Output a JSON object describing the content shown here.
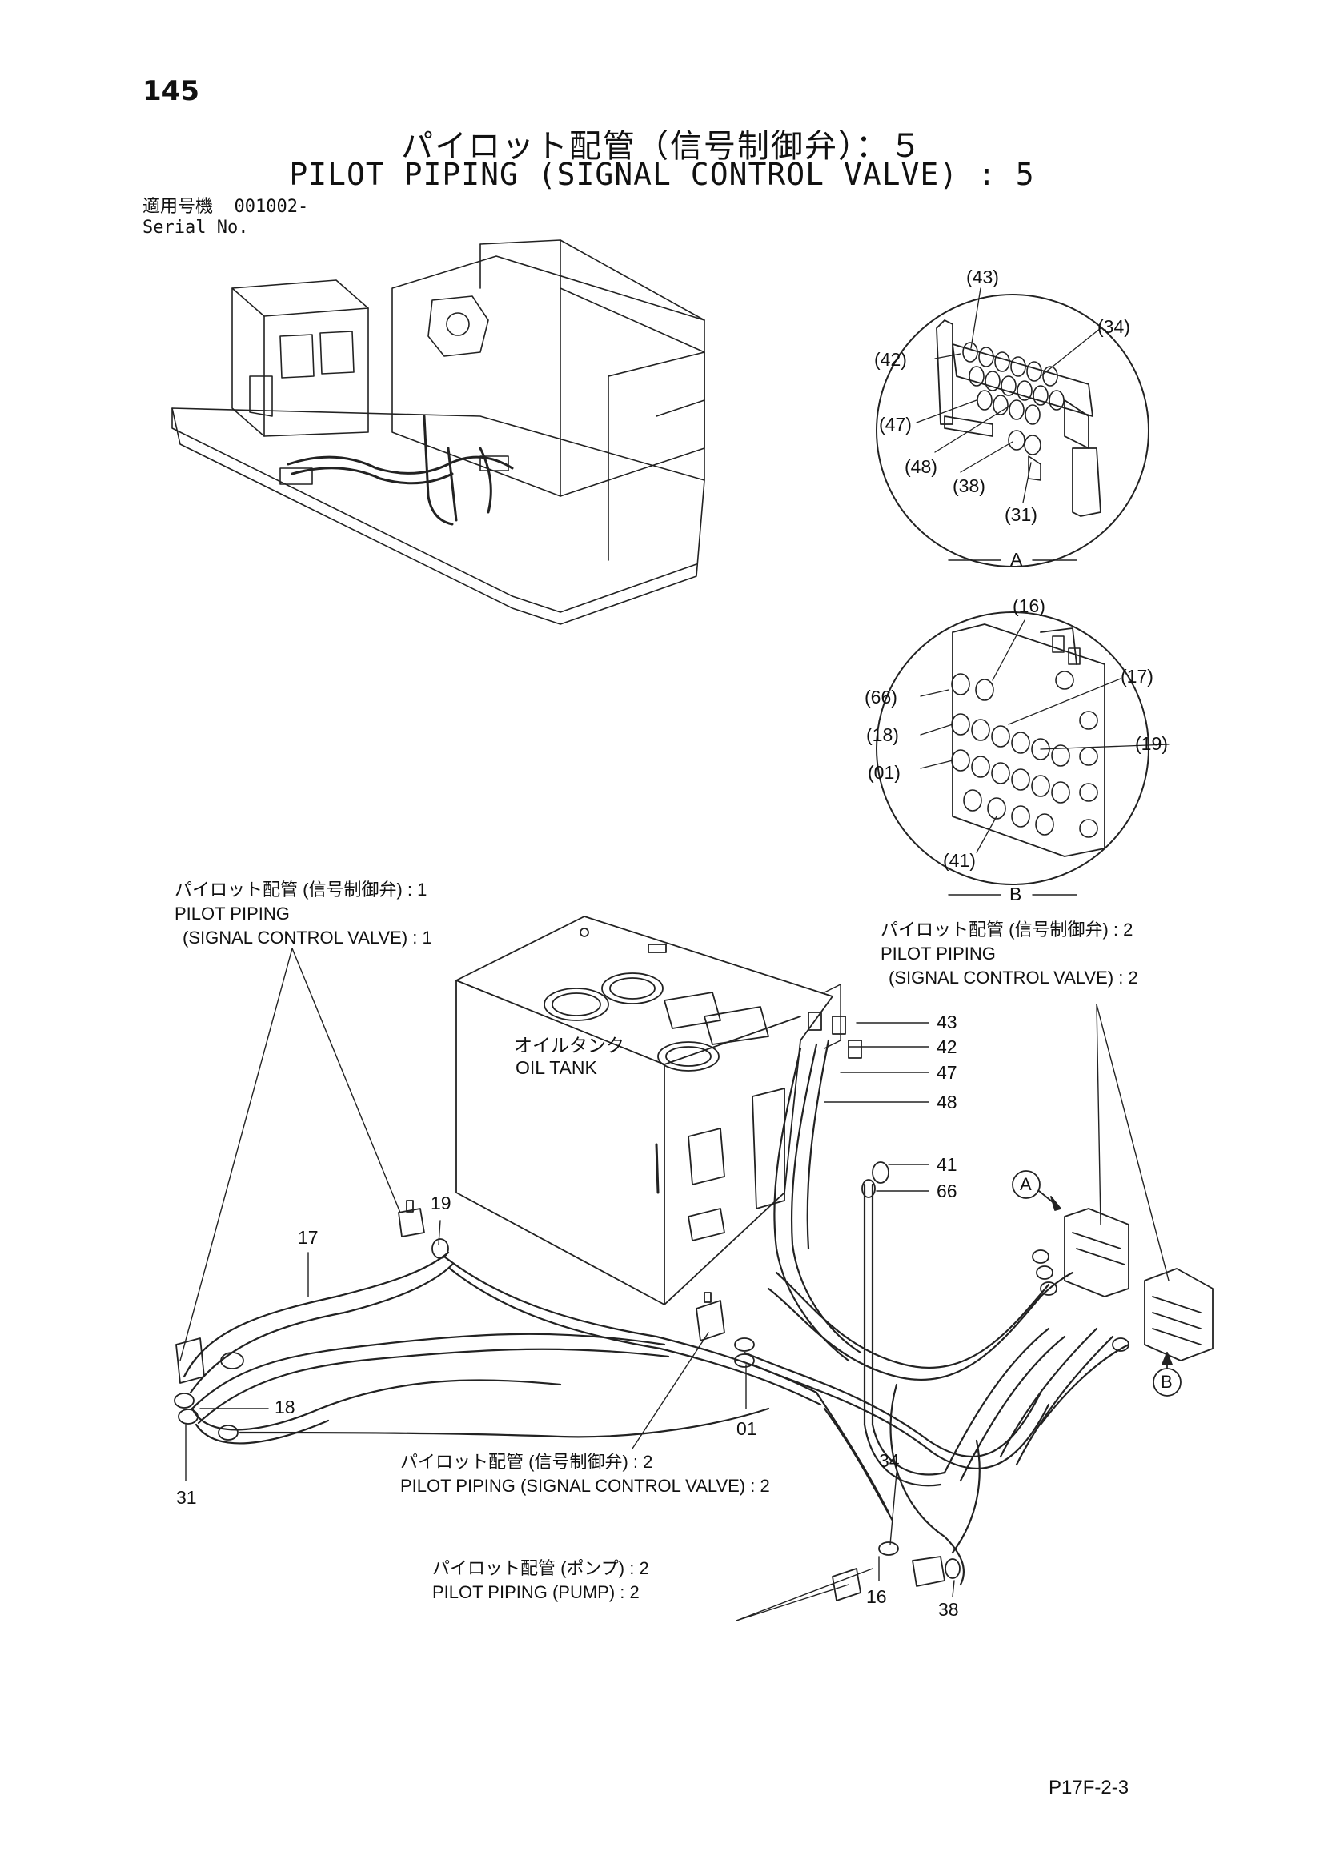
{
  "header": {
    "page_number": "145",
    "title_jp": "パイロット配管（信号制御弁）：５",
    "title_en": "PILOT PIPING (SIGNAL CONTROL VALVE) : 5",
    "serial_label_jp": "適用号機",
    "serial_value": "001002-",
    "serial_label_en": "Serial No."
  },
  "details": {
    "A": {
      "label": "A",
      "parts": [
        "(43)",
        "(42)",
        "(34)",
        "(47)",
        "(48)",
        "(38)",
        "(31)"
      ]
    },
    "B": {
      "label": "B",
      "parts": [
        "(16)",
        "(66)",
        "(17)",
        "(18)",
        "(19)",
        "(01)",
        "(41)"
      ]
    }
  },
  "callouts": {
    "piping1": {
      "jp": "パイロット配管 (信号制御弁) : 1",
      "en1": "PILOT PIPING",
      "en2": "(SIGNAL CONTROL VALVE) : 1"
    },
    "piping2_top": {
      "jp": "パイロット配管 (信号制御弁) : 2",
      "en1": "PILOT PIPING",
      "en2": "(SIGNAL CONTROL VALVE) : 2"
    },
    "piping2_bottom": {
      "jp": "パイロット配管 (信号制御弁) : 2",
      "en": "PILOT PIPING (SIGNAL CONTROL VALVE) : 2"
    },
    "pump": {
      "jp": "パイロット配管 (ポンプ) : 2",
      "en": "PILOT PIPING (PUMP) : 2"
    },
    "oil_tank": {
      "jp": "オイルタンク",
      "en": "OIL TANK"
    }
  },
  "part_refs": {
    "right": [
      "43",
      "42",
      "47",
      "48",
      "41",
      "66"
    ],
    "r19": "19",
    "r17": "17",
    "r18": "18",
    "r31": "31",
    "r01": "01",
    "r34": "34",
    "r16": "16",
    "r38": "38"
  },
  "markers": {
    "A": "A",
    "B": "B"
  },
  "footer": {
    "code": "P17F-2-3"
  }
}
